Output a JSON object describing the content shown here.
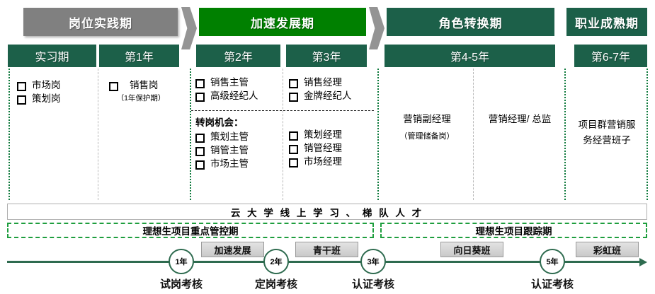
{
  "phases": [
    {
      "id": "practice",
      "title": "岗位实践期",
      "style": "gray"
    },
    {
      "id": "accelerate",
      "title": "加速发展期",
      "style": "green"
    },
    {
      "id": "role",
      "title": "角色转换期",
      "style": "teal"
    },
    {
      "id": "mature",
      "title": "职业成熟期",
      "style": "teal"
    }
  ],
  "years": [
    {
      "id": "intern",
      "label": "实习期"
    },
    {
      "id": "y1",
      "label": "第1年"
    },
    {
      "id": "y2",
      "label": "第2年"
    },
    {
      "id": "y3",
      "label": "第3年"
    },
    {
      "id": "y45",
      "label": "第4-5年"
    },
    {
      "id": "y67",
      "label": "第6-7年"
    }
  ],
  "columns": {
    "intern": {
      "items": [
        {
          "label": "市场岗"
        },
        {
          "label": "策划岗"
        }
      ]
    },
    "y1": {
      "items": [
        {
          "label": "销售岗"
        }
      ],
      "note": "（1年保护期）"
    },
    "y2": {
      "items": [
        {
          "label": "销售主管"
        },
        {
          "label": "高级经纪人"
        }
      ],
      "transfer_title": "转岗机会：",
      "transfer_items": [
        {
          "label": "策划主管"
        },
        {
          "label": "销管主管"
        },
        {
          "label": "市场主管"
        }
      ]
    },
    "y3": {
      "items": [
        {
          "label": "销售经理"
        },
        {
          "label": "金牌经纪人"
        }
      ],
      "transfer_items": [
        {
          "label": "策划经理"
        },
        {
          "label": "销管经理"
        },
        {
          "label": "市场经理"
        }
      ]
    },
    "y4": {
      "title": "营销副经理",
      "note": "（管理储备岗）"
    },
    "y5": {
      "title": "营销经理/ 总监"
    },
    "y67": {
      "lines": [
        "项目群营销服",
        "务经营班子"
      ]
    }
  },
  "bands": {
    "learning": "云 大 学 线 上 学 习 、 梯 队 人 才",
    "control": "理想生项目重点管控期",
    "tracking": "理想生项目跟踪期"
  },
  "chips": [
    {
      "id": "chip-jiasu",
      "label": "加速发展"
    },
    {
      "id": "chip-qinggan",
      "label": "青干班"
    },
    {
      "id": "chip-xiangrikui",
      "label": "向日葵班"
    },
    {
      "id": "chip-caihong",
      "label": "彩虹班"
    }
  ],
  "timeline": {
    "nodes": [
      {
        "id": "n1",
        "year": "1年",
        "gate": "试岗考核"
      },
      {
        "id": "n2",
        "year": "2年",
        "gate": "定岗考核"
      },
      {
        "id": "n3",
        "year": "3年",
        "gate": "认证考核"
      },
      {
        "id": "n5",
        "year": "5年",
        "gate": "认证考核"
      }
    ]
  },
  "colors": {
    "gray_banner": "#808080",
    "green_banner": "#008000",
    "teal_banner": "#1C6049",
    "axis": "#2E6B4F",
    "dashed_green": "#1E9E3E"
  }
}
